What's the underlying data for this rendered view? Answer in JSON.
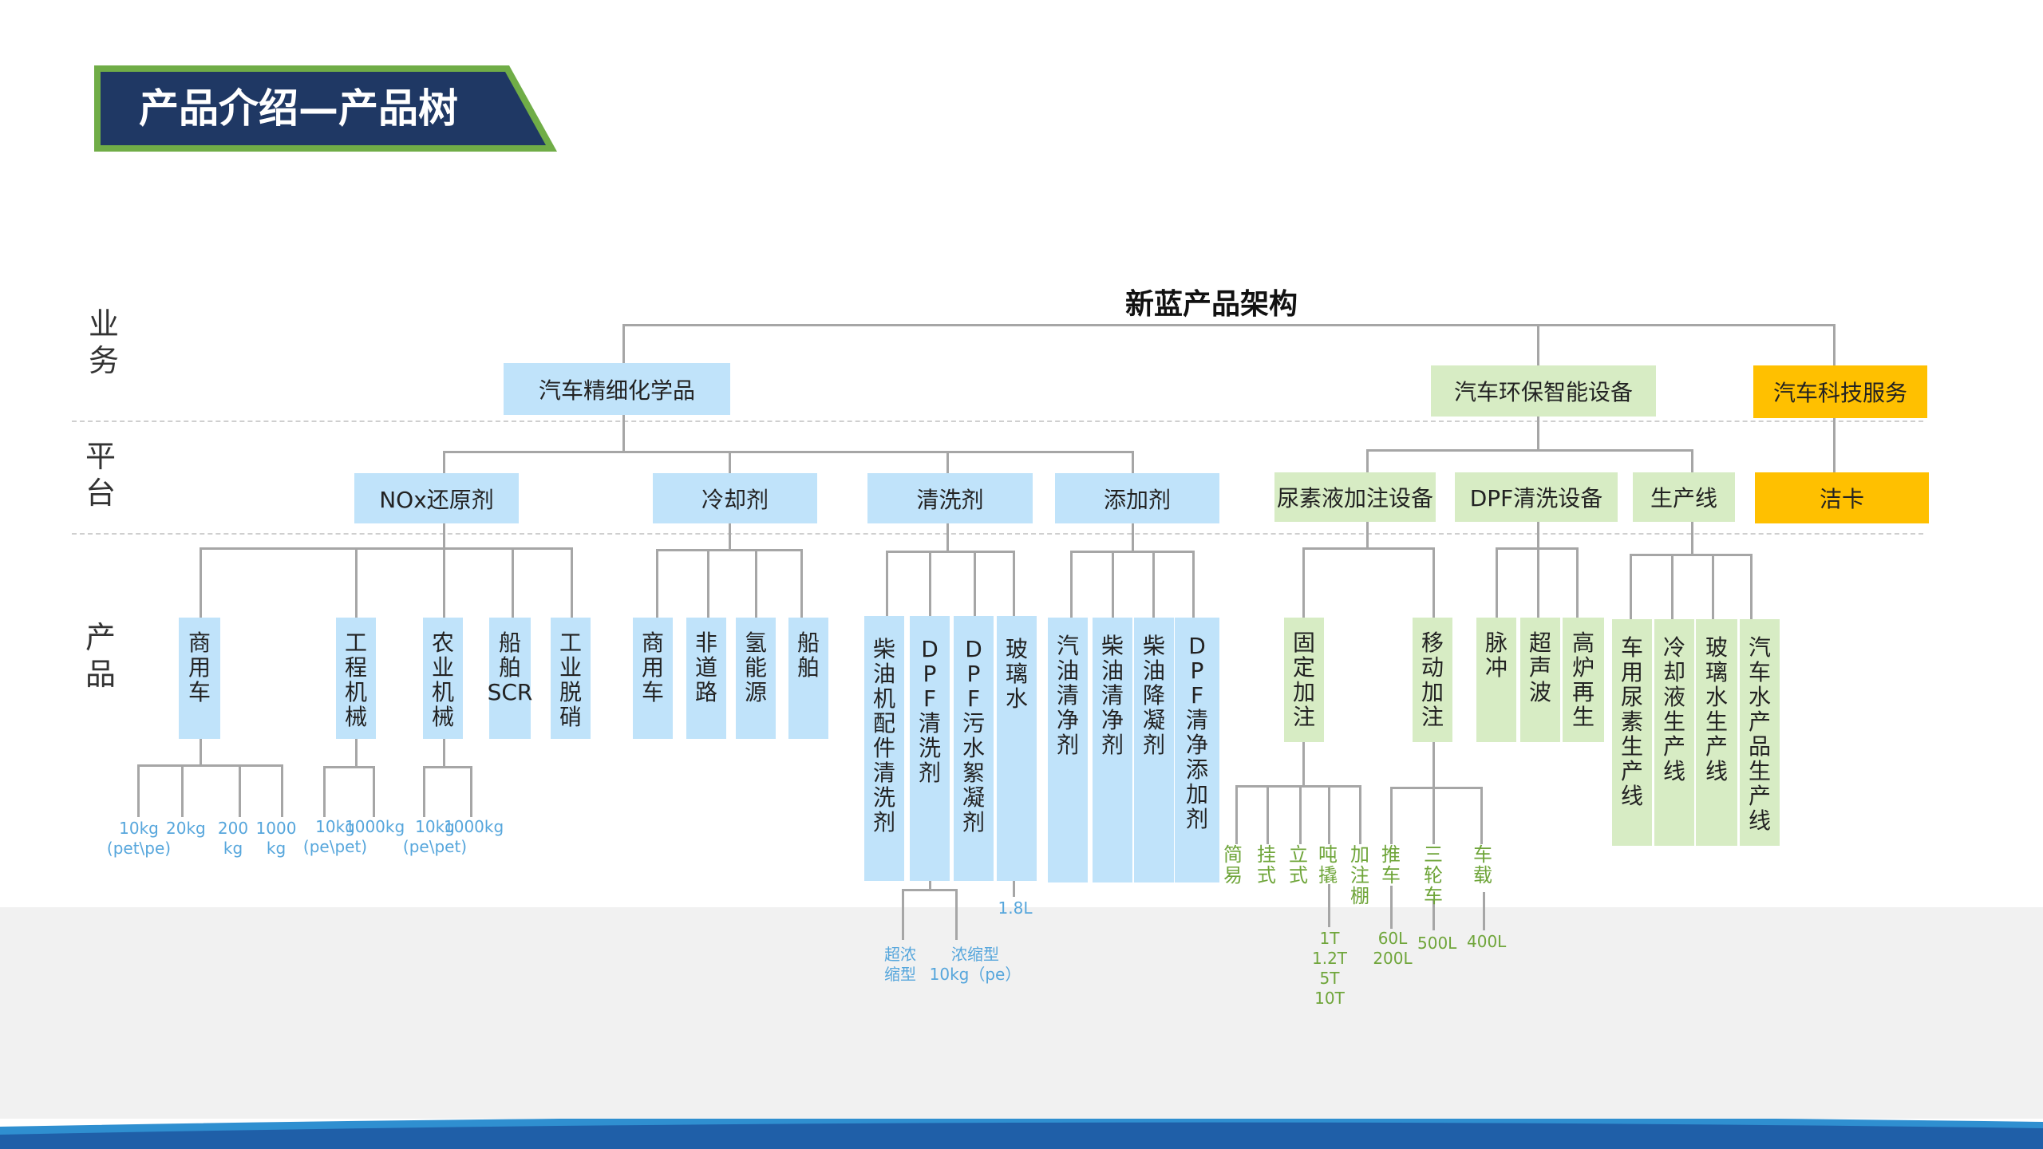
{
  "title": "产品介绍—产品树",
  "root": "新蓝产品架构",
  "rows": {
    "business": "业务",
    "platform": "平台",
    "product": "产品"
  },
  "business": {
    "chem": "汽车精细化学品",
    "equip": "汽车环保智能设备",
    "service": "汽车科技服务"
  },
  "platforms": {
    "nox": "NOx还原剂",
    "coolant": "冷却剂",
    "cleaner": "清洗剂",
    "additive": "添加剂",
    "urea_equip": "尿素液加注设备",
    "dpf_equip": "DPF清洗设备",
    "line": "生产线",
    "card": "洁卡"
  },
  "products": {
    "nox": [
      "商用车",
      "工程机械",
      "农业机械",
      "船舶SCR",
      "工业脱硝"
    ],
    "coolant": [
      "商用车",
      "非道路",
      "氢能源",
      "船舶"
    ],
    "cleaner": [
      "柴油机配件清洗剂",
      "DPF清洗剂",
      "DPF污水絮凝剂",
      "玻璃水"
    ],
    "additive": [
      "汽油清净剂",
      "柴油清净剂",
      "柴油降凝剂",
      "DPF清净添加剂"
    ],
    "urea_equip": [
      "固定加注",
      "移动加注"
    ],
    "dpf_equip": [
      "脉冲",
      "超声波",
      "高炉再生"
    ],
    "line": [
      "车用尿素生产线",
      "冷却液生产线",
      "玻璃水生产线",
      "汽车水产品生产线"
    ]
  },
  "specs": {
    "truck": [
      "10kg (pet\\pe)",
      "20kg",
      "200 kg",
      "1000 kg"
    ],
    "eng": [
      "10kg (pe\\pet)",
      "1000kg"
    ],
    "agri": [
      "10kg (pe\\pet)",
      "1000kg"
    ],
    "dpf_clean": [
      "超浓缩型",
      "浓缩型 10kg（pe）"
    ],
    "glass": "1.8L",
    "fixed": [
      "简易",
      "挂式",
      "立式",
      "吨撬",
      "加注棚"
    ],
    "fixed_cap": "1T 1.2T 5T 10T",
    "mobile": [
      "推车",
      "三轮车",
      "车载"
    ],
    "mobile_cap": [
      "60L 200L",
      "500L",
      "400L"
    ]
  },
  "colors": {
    "navy": "#1f3864",
    "green_accent": "#70ad47",
    "blue_box": "#c0e3fa",
    "green_box": "#d7ecc4",
    "gold_box": "#ffc000",
    "line": "#a6a6a6"
  }
}
